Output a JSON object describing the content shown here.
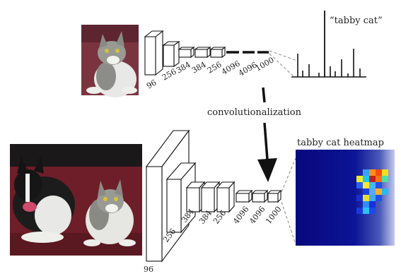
{
  "top_net": {
    "caption": "“tabby cat”",
    "layer_labels": [
      "96",
      "256",
      "384",
      "384",
      "256",
      "4096",
      "4096",
      "1000"
    ]
  },
  "transition": {
    "caption": "convolutionalization"
  },
  "bottom_net": {
    "heatmap_title": "tabby cat heatmap",
    "layer_labels": [
      "96",
      "256",
      "384",
      "384",
      "256",
      "4096",
      "4096",
      "1000"
    ]
  },
  "colors": {
    "heatmap_background": "#0a0a8c",
    "heatmap_edge": "#b9bde8",
    "stroke": "#111111"
  },
  "icons": [
    "cat-photo",
    "cat-and-dog-photo",
    "prediction-histogram",
    "arrow-down"
  ]
}
